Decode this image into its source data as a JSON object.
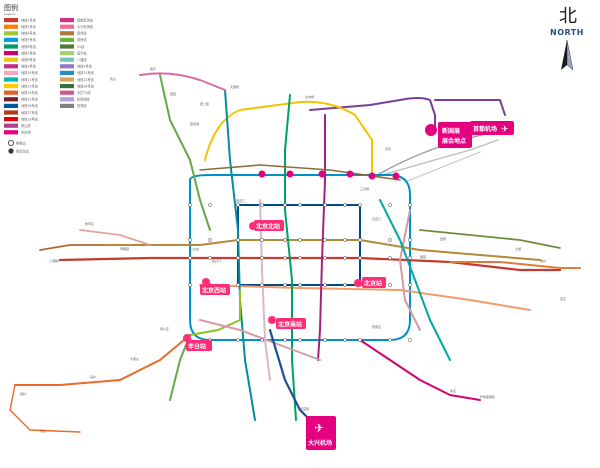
{
  "map": {
    "legend": {
      "title": "图例",
      "subtitle": "Legend",
      "left_colors": [
        "#c23a30",
        "#ff7f00",
        "#9fc93b",
        "#00a1de",
        "#009b6b",
        "#d0006f",
        "#f1c40f",
        "#c12f86",
        "#f8a5c2",
        "#00b5ad",
        "#ffcb05",
        "#e75d2c",
        "#7a1e22",
        "#00569f",
        "#b53a1a",
        "#e60012",
        "#ad3f91",
        "#e4007f"
      ],
      "right_colors": [
        "#d22e8c",
        "#ef6d9b",
        "#b07a3e",
        "#6bb536",
        "#4f7b38",
        "#a0d468",
        "#78c2c4",
        "#8e7cc3",
        "#2a8dc5",
        "#d6a55b",
        "#3b6f3c",
        "#cd5c8b",
        "#b3a0d6",
        "#808080"
      ],
      "left_labels": [
        "地铁1号线",
        "地铁2号线",
        "地铁4号线",
        "地铁5号线",
        "地铁6号线",
        "地铁7号线",
        "地铁8号线",
        "地铁9号线",
        "地铁10号线",
        "地铁11号线",
        "地铁13号线",
        "地铁14号线",
        "地铁15号线",
        "地铁16号线",
        "地铁17号线",
        "地铁19号线",
        "房山线",
        "亦庄线"
      ],
      "right_labels": [
        "首都机场线",
        "大兴机场线",
        "西郊线",
        "燕房线",
        "S1线",
        "昌平线",
        "八通线",
        "地铁3号线",
        "地铁12号线",
        "地铁22号线",
        "地铁28号线",
        "亦庄T1线",
        "机场快线",
        "西郊线"
      ],
      "symbol_labels": [
        "换乘站",
        "接驳车站"
      ]
    },
    "compass": {
      "cn": "北",
      "en": "NORTH"
    },
    "hubs": [
      {
        "id": "xinguozhan",
        "label_line1": "新国展",
        "label_line2": "展会地点"
      },
      {
        "id": "shoudu",
        "label": "首都机场"
      },
      {
        "id": "beijingzhan",
        "label": "北京站"
      },
      {
        "id": "beijingxizhan",
        "label": "北京西站"
      },
      {
        "id": "beijingnanzhan",
        "label": "北京南站"
      },
      {
        "id": "fengtaizhan",
        "label": "丰台站"
      },
      {
        "id": "beijingbeizhan",
        "label": "北京北站"
      },
      {
        "id": "daxing",
        "label": "大兴机场"
      }
    ],
    "station_labels": [
      "天通苑",
      "昌平",
      "西二旗",
      "回龙观",
      "立水桥",
      "望京",
      "三元桥",
      "东直门",
      "国贸",
      "四惠",
      "通州",
      "宋家庄",
      "亦庄",
      "西直门",
      "复兴门",
      "公主坟",
      "苹果园",
      "六里桥",
      "郭公庄",
      "良乡",
      "阎村",
      "燕山",
      "大葆台",
      "天宫院",
      "西苑",
      "香山",
      "朱辛庄",
      "土桥",
      "花庄",
      "环球度假区"
    ],
    "colors": {
      "hub_magenta": "#e4007f",
      "beijing_station": "#ff2d75",
      "line_gray": "#888888"
    }
  }
}
